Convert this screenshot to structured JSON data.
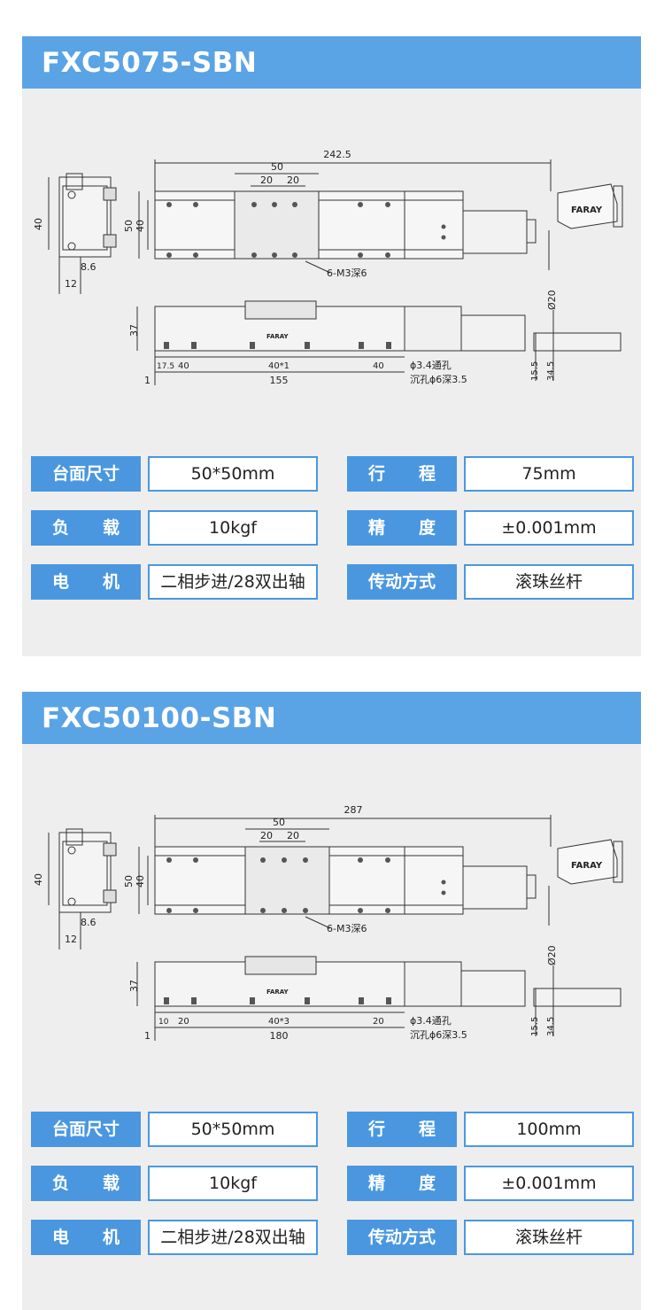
{
  "products": [
    {
      "title": "FXC5075-SBN",
      "drawing": {
        "brand": "FARAY",
        "total_length": "242.5",
        "table_width": "50",
        "hole_pitch_a": "20",
        "hole_pitch_b": "20",
        "side_height": "40",
        "height_50": "50",
        "height_40": "40",
        "tap_note": "6-M3深6",
        "dim_8_6": "8.6",
        "dim_12": "12",
        "dim_d20": "Ø20",
        "height_37": "37",
        "first_pitch": "17.5",
        "pitch_40": "40",
        "mid_pitch": "40*1",
        "last_pitch": "40",
        "base_length": "155",
        "dim_1": "1",
        "thru_hole": "ϕ3.4通孔",
        "counterbore": "沉孔ϕ6深3.5",
        "dim_15_5": "15.5",
        "dim_34_5": "34.5"
      },
      "specs": [
        {
          "label": "台面尺寸",
          "value": "50*50mm",
          "label2": "行　　程",
          "value2": "75mm"
        },
        {
          "label": "负　　载",
          "value": "10kgf",
          "label2": "精　　度",
          "value2": "±0.001mm"
        },
        {
          "label": "电　　机",
          "value": "二相步进/28双出轴",
          "label2": "传动方式",
          "value2": "滚珠丝杆"
        }
      ]
    },
    {
      "title": "FXC50100-SBN",
      "drawing": {
        "brand": "FARAY",
        "total_length": "287",
        "table_width": "50",
        "hole_pitch_a": "20",
        "hole_pitch_b": "20",
        "side_height": "40",
        "height_50": "50",
        "height_40": "40",
        "tap_note": "6-M3深6",
        "dim_8_6": "8.6",
        "dim_12": "12",
        "dim_d20": "Ø20",
        "height_37": "37",
        "first_pitch": "10",
        "pitch_40": "20",
        "mid_pitch": "40*3",
        "last_pitch": "20",
        "base_length": "180",
        "dim_1": "1",
        "thru_hole": "ϕ3.4通孔",
        "counterbore": "沉孔ϕ6深3.5",
        "dim_15_5": "15.5",
        "dim_34_5": "34.5"
      },
      "specs": [
        {
          "label": "台面尺寸",
          "value": "50*50mm",
          "label2": "行　　程",
          "value2": "100mm"
        },
        {
          "label": "负　　载",
          "value": "10kgf",
          "label2": "精　　度",
          "value2": "±0.001mm"
        },
        {
          "label": "电　　机",
          "value": "二相步进/28双出轴",
          "label2": "传动方式",
          "value2": "滚珠丝杆"
        }
      ]
    }
  ],
  "colors": {
    "header": "#5aa3e5",
    "label_bg": "#4a97e0",
    "card_bg": "#eeeeee"
  }
}
